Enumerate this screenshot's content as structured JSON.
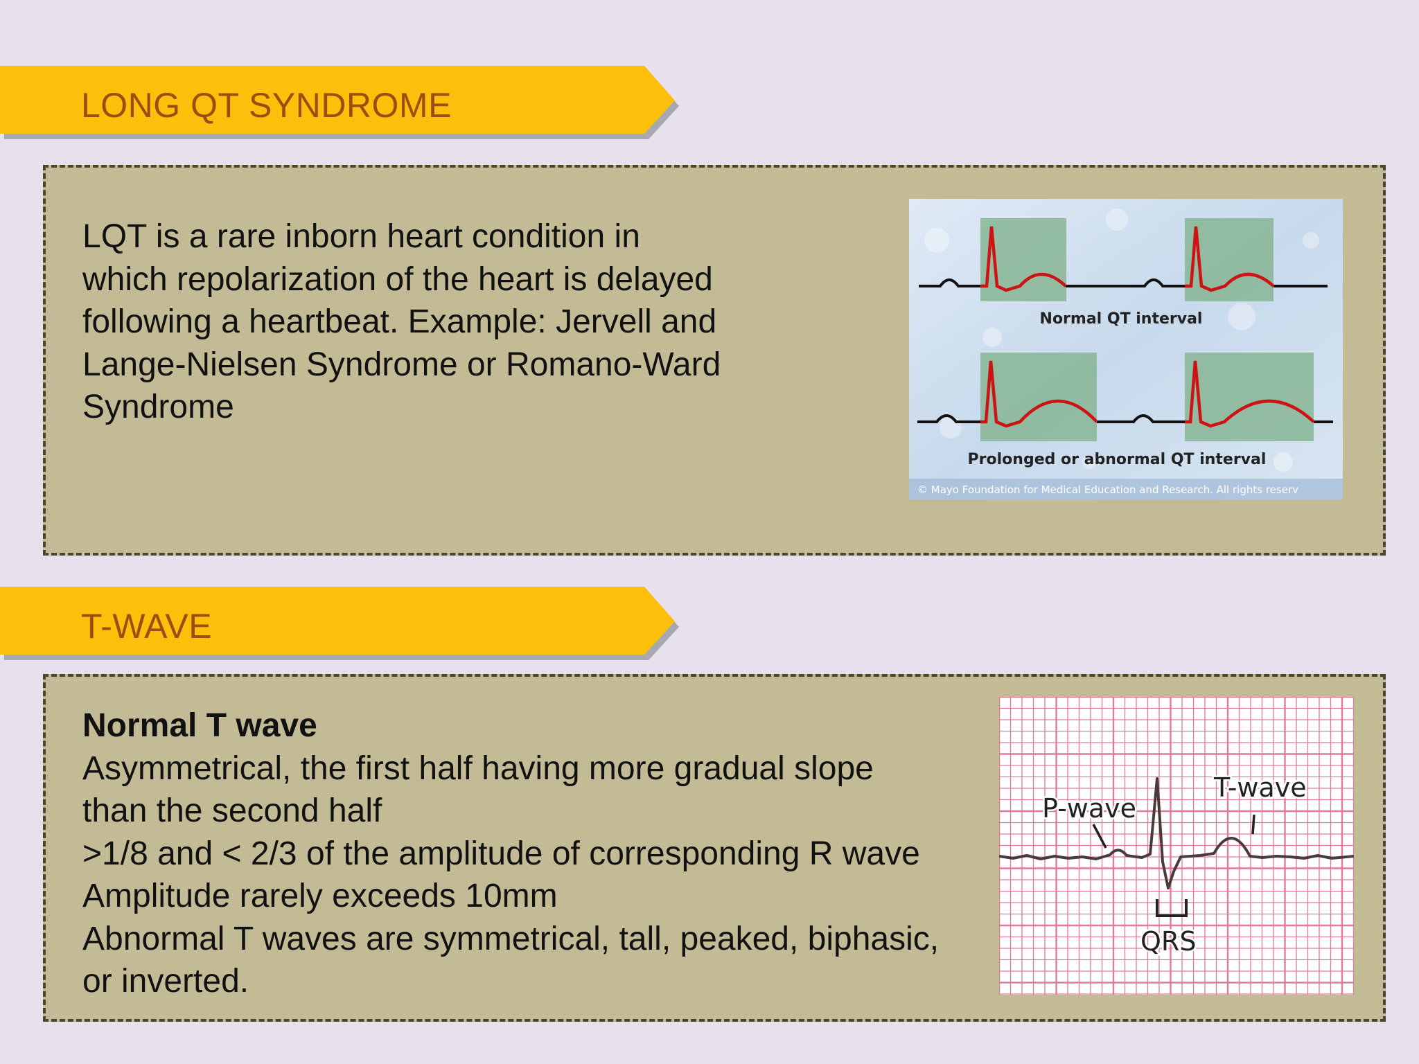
{
  "sections": [
    {
      "title": "LONG QT SYNDROME",
      "lines": [
        "LQT is a rare inborn heart condition in",
        "which repolarization of the heart is delayed",
        "following a heartbeat. Example: Jervell and",
        "Lange-Nielsen Syndrome or Romano-Ward",
        "Syndrome"
      ],
      "figure": {
        "normal_label": "Normal QT interval",
        "prolonged_label": "Prolonged or abnormal QT interval",
        "copyright": "© Mayo Foundation for Medical Education and Research. All rights reserv"
      }
    },
    {
      "title": "T-WAVE",
      "heading": "Normal T wave",
      "lines": [
        "Asymmetrical, the first half having more gradual slope",
        "than the second half",
        ">1/8 and < 2/3 of the amplitude of corresponding R wave",
        "Amplitude rarely exceeds 10mm",
        "Abnormal T waves are symmetrical, tall, peaked, biphasic,",
        "or inverted."
      ],
      "figure": {
        "p_label": "P-wave",
        "t_label": "T-wave",
        "qrs_label": "QRS"
      }
    }
  ],
  "colors": {
    "background": "#e6e1ec",
    "banner": "#fdbf0c",
    "banner_shadow": "#a8a8b0",
    "banner_text": "#9a4e10",
    "panel": "#c3bb95",
    "panel_border": "#4a4530",
    "ecg_red": "#cc1414",
    "grid_pink": "#e07a98"
  }
}
